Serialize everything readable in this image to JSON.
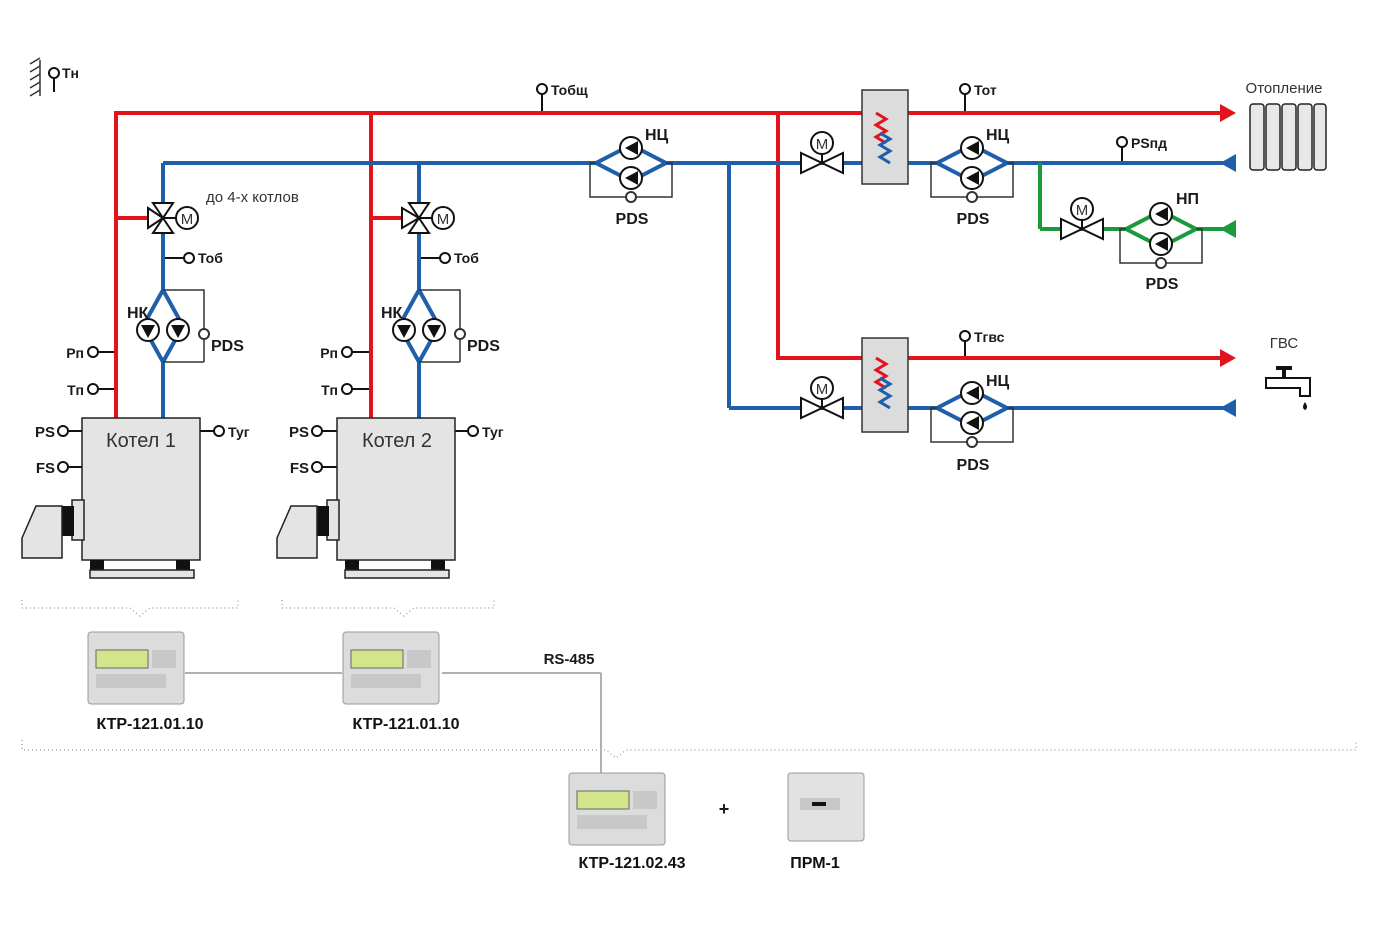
{
  "colors": {
    "supply": "#e1141e",
    "return": "#1f5faa",
    "green": "#1a9a3c",
    "gray_bus": "#b0b0b0"
  },
  "sensors": {
    "t_outdoor": "Тн",
    "t_common": "Тобщ",
    "t_heating": "Тот",
    "ps_supply": "PSпд",
    "t_dhw": "Тгвс",
    "t_return_1": "Тоб",
    "t_return_2": "Тоб",
    "p_supply_1": "Рп",
    "t_supply_1": "Тп",
    "ps_1": "PS",
    "fs_1": "FS",
    "t_flue_1": "Туг",
    "p_supply_2": "Рп",
    "t_supply_2": "Тп",
    "ps_2": "PS",
    "fs_2": "FS",
    "t_flue_2": "Туг"
  },
  "pumps": {
    "nk_1": "НК",
    "nk_2": "НК",
    "nc_main": "НЦ",
    "nc_heating": "НЦ",
    "np": "НП",
    "nc_dhw": "НЦ",
    "pds": "PDS"
  },
  "valve_motor": "M",
  "note_boilers": "до 4-х котлов",
  "boilers": [
    "Котел 1",
    "Котел 2"
  ],
  "consumers": {
    "heating": "Отопление",
    "dhw": "ГВС"
  },
  "bus": "RS-485",
  "plus": "+",
  "controllers": [
    {
      "model": "КТР-121.01.10"
    },
    {
      "model": "КТР-121.01.10"
    },
    {
      "model": "КТР-121.02.43"
    },
    {
      "model": "ПРМ-1"
    }
  ]
}
